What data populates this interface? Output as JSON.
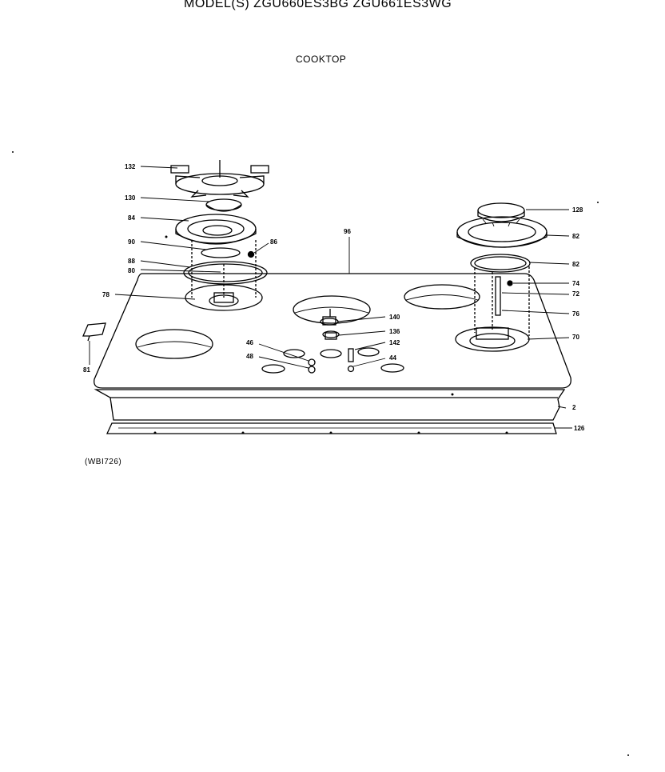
{
  "title": "MODEL(S) ZGU660ES3BG  ZGU661ES3WG",
  "subtitle": "COOKTOP",
  "figure_id": "(WBI726)",
  "callouts": {
    "c132": "132",
    "c130": "130",
    "c84": "84",
    "c90": "90",
    "c86": "86",
    "c88": "88",
    "c80": "80",
    "c78": "78",
    "c96": "96",
    "c81": "81",
    "c140": "140",
    "c136": "136",
    "c142": "142",
    "c44": "44",
    "c46": "46",
    "c48": "48",
    "c128": "128",
    "c82a": "82",
    "c82b": "82",
    "c74": "74",
    "c72": "72",
    "c76": "76",
    "c70": "70",
    "c2": "2",
    "c126": "126"
  }
}
